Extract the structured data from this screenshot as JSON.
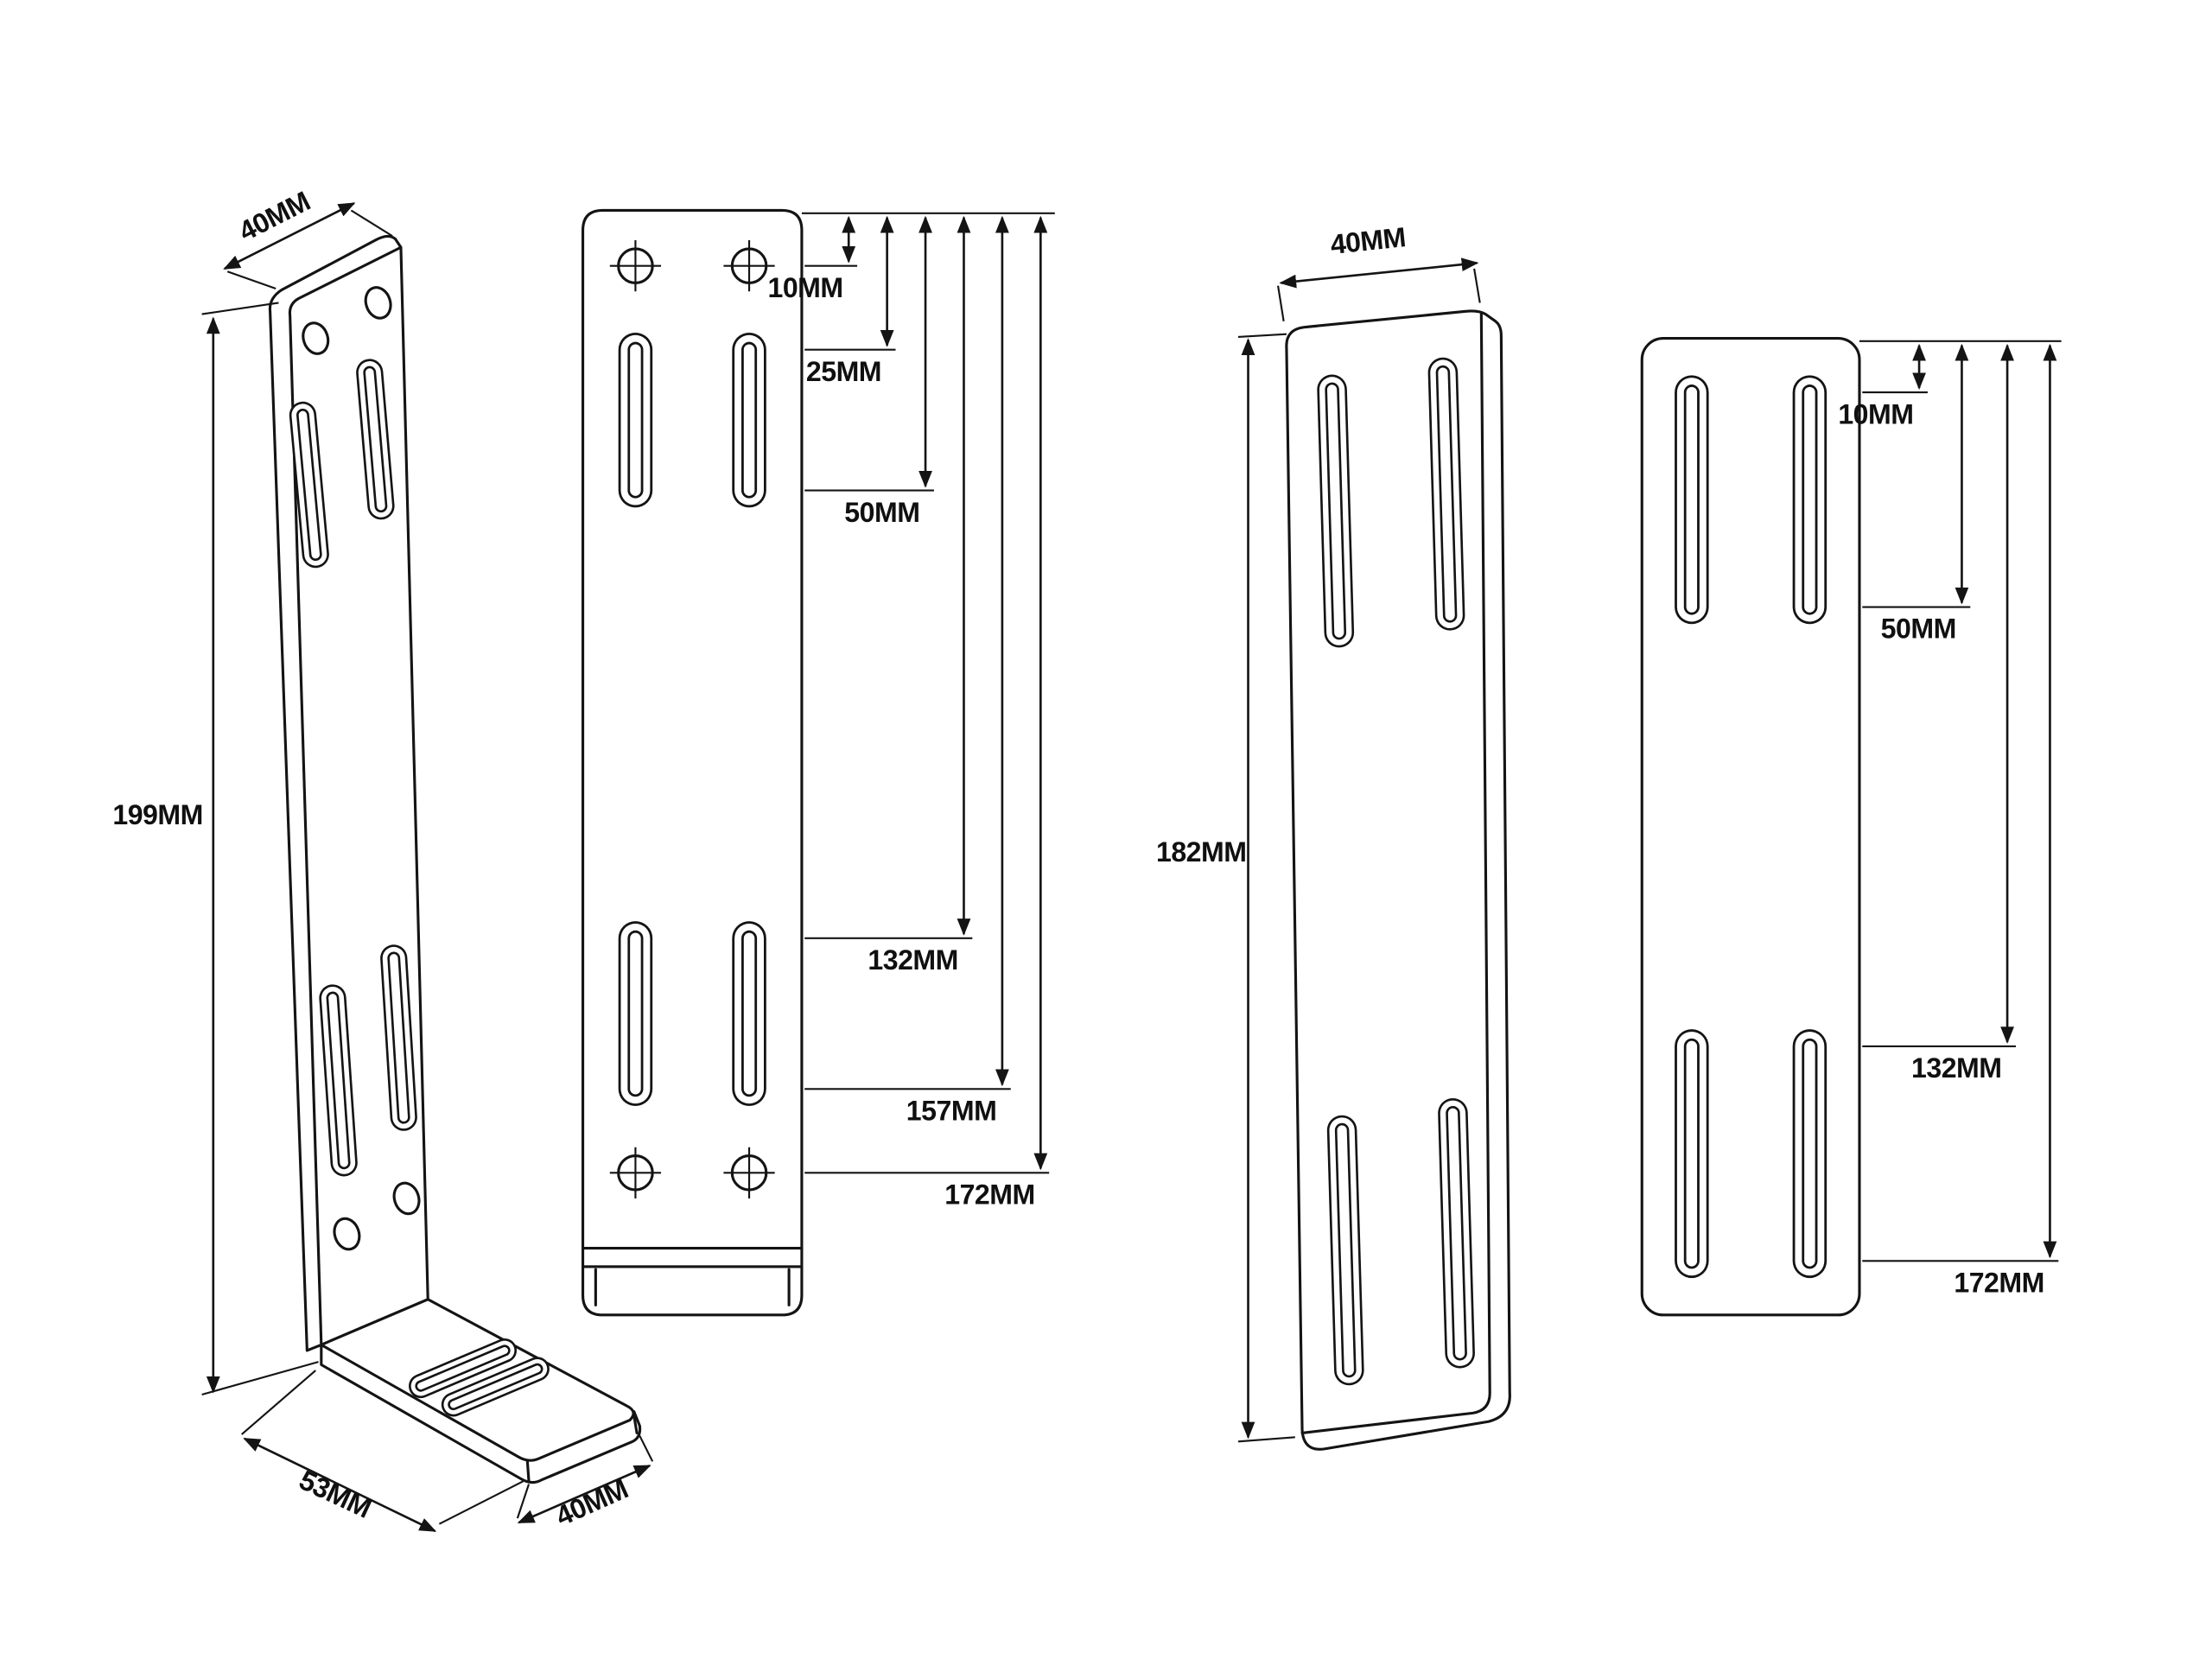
{
  "colors": {
    "background": "#ffffff",
    "line": "#141414"
  },
  "drawings": {
    "l_iso": {
      "name": "L-bracket isometric view",
      "top_width": "40MM",
      "height": "199MM",
      "base_depth": "53MM",
      "base_width": "40MM"
    },
    "l_front": {
      "name": "L-bracket front view",
      "dims": [
        "10MM",
        "25MM",
        "50MM",
        "132MM",
        "157MM",
        "172MM"
      ]
    },
    "flat_iso": {
      "name": "Flat bracket isometric view",
      "top_width": "40MM",
      "height": "182MM"
    },
    "flat_front": {
      "name": "Flat bracket front view",
      "dims": [
        "10MM",
        "50MM",
        "132MM",
        "172MM"
      ]
    }
  }
}
